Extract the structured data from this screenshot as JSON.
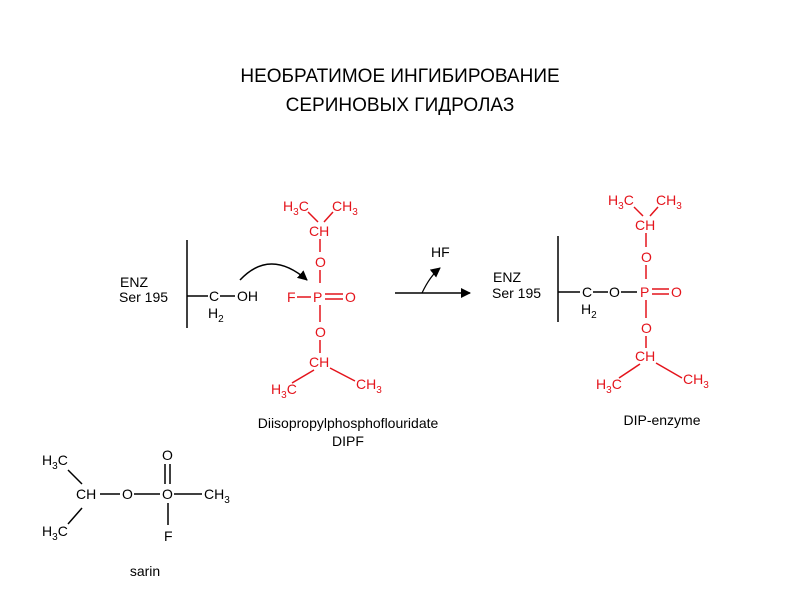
{
  "title": {
    "line1": "НЕОБРАТИМОЕ ИНГИБИРОВАНИЕ",
    "line2": "СЕРИНОВЫХ ГИДРОЛАЗ"
  },
  "colors": {
    "reagent": "#e4141c",
    "default": "#000000"
  },
  "enzyme_left": {
    "enz": "ENZ",
    "ser": "Ser 195",
    "c": "C",
    "h2": "H",
    "h2_sub": "2",
    "oh": "OH"
  },
  "dipf": {
    "h3c_top": "H",
    "h3c_top_sub": "3",
    "h3c_top_c": "C",
    "ch3_top": "CH",
    "ch3_top_sub": "3",
    "ch_top": "CH",
    "o_top": "O",
    "f": "F",
    "p": "P",
    "o_double": "O",
    "o_bottom": "O",
    "ch_bottom": "CH",
    "h3c_bottom": "H",
    "h3c_bottom_sub": "3",
    "h3c_bottom_c": "C",
    "ch3_bottom": "CH",
    "ch3_bottom_sub": "3",
    "name": "Diisopropylphosphoflouridate",
    "abbr": "DIPF"
  },
  "reaction": {
    "byproduct": "HF"
  },
  "enzyme_right": {
    "enz": "ENZ",
    "ser": "Ser 195",
    "c": "C",
    "h2": "H",
    "h2_sub": "2",
    "o_link": "O",
    "p": "P",
    "o_double": "O",
    "o_top": "O",
    "ch_top": "CH",
    "h3c_top": "H",
    "h3c_top_sub": "3",
    "h3c_top_c": "C",
    "ch3_top": "CH",
    "ch3_top_sub": "3",
    "o_bottom": "O",
    "ch_bottom": "CH",
    "h3c_bottom": "H",
    "h3c_bottom_sub": "3",
    "h3c_bottom_c": "C",
    "ch3_bottom": "CH",
    "ch3_bottom_sub": "3",
    "name": "DIP-enzyme"
  },
  "sarin": {
    "h3c_top": "H",
    "h3c_top_sub": "3",
    "h3c_top_c": "C",
    "ch": "CH",
    "o_link": "O",
    "p": "O",
    "o_top": "O",
    "f": "F",
    "ch3": "CH",
    "ch3_sub": "3",
    "h3c_bottom": "H",
    "h3c_bottom_sub": "3",
    "h3c_bottom_c": "C",
    "name": "sarin"
  }
}
